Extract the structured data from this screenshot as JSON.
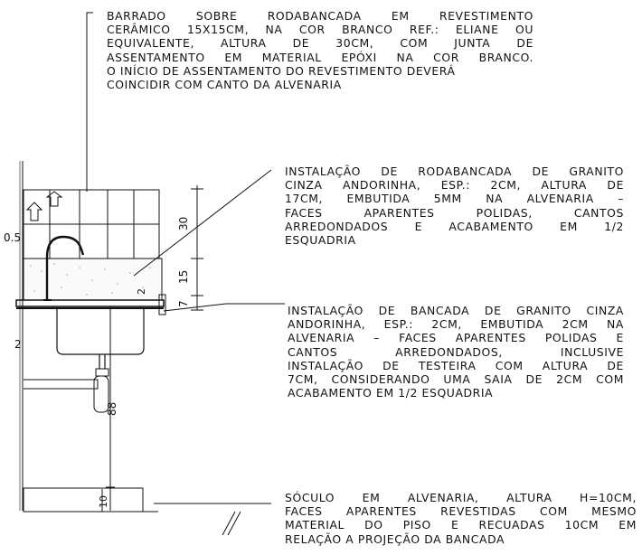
{
  "notes": {
    "backsplash_tiles": [
      "BARRADO SOBRE RODABANCADA EM REVESTIMENTO",
      "CERÂMICO 15x15cm, NA COR BRANCO REF.: ELIANE OU",
      "EQUIVALENTE, ALTURA DE 30cm, COM JUNTA DE",
      "ASSENTAMENTO EM MATERIAL EPÓXI NA COR BRANCO.",
      "O INÍCIO DE ASSENTAMENTO DO REVESTIMENTO DEVERÁ",
      "COINCIDIR COM CANTO DA ALVENARIA"
    ],
    "rodabancada": [
      "INSTALAÇÃO DE RODABANCADA DE GRANITO",
      "CINZA ANDORINHA, ESP.: 2cm, ALTURA DE",
      "17cm, EMBUTIDA 5mm NA ALVENARIA –",
      "FACES APARENTES POLIDAS, CANTOS",
      "ARREDONDADOS E ACABAMENTO EM 1/2",
      "ESQUADRIA"
    ],
    "bancada": [
      "INSTALAÇÃO DE BANCADA DE GRANITO CINZA",
      "ANDORINHA, ESP.: 2cm, EMBUTIDA 2cm NA",
      "ALVENARIA – FACES APARENTES POLIDAS E",
      "CANTOS ARREDONDADOS, INCLUSIVE",
      "INSTALAÇÃO DE TESTEIRA COM ALTURA DE",
      "7cm, CONSIDERANDO UMA SAIA DE 2cm COM",
      "ACABAMENTO EM 1/2 ESQUADRIA"
    ],
    "soculo": [
      "SÓCULO EM ALVENARIA, ALTURA H=10cm,",
      "FACES APARENTES REVESTIDAS COM MESMO",
      "MATERIAL DO PISO E RECUADAS 10cm EM",
      "RELAÇÃO A PROJEÇÃO DA BANCADA"
    ]
  },
  "dimensions": {
    "tiles_height": "30",
    "rodabancada_height": "15",
    "front_height": "7",
    "embed": "2",
    "counter_height": "88",
    "base_height": "10",
    "wall_offset": "0.5",
    "left_2": "2"
  }
}
